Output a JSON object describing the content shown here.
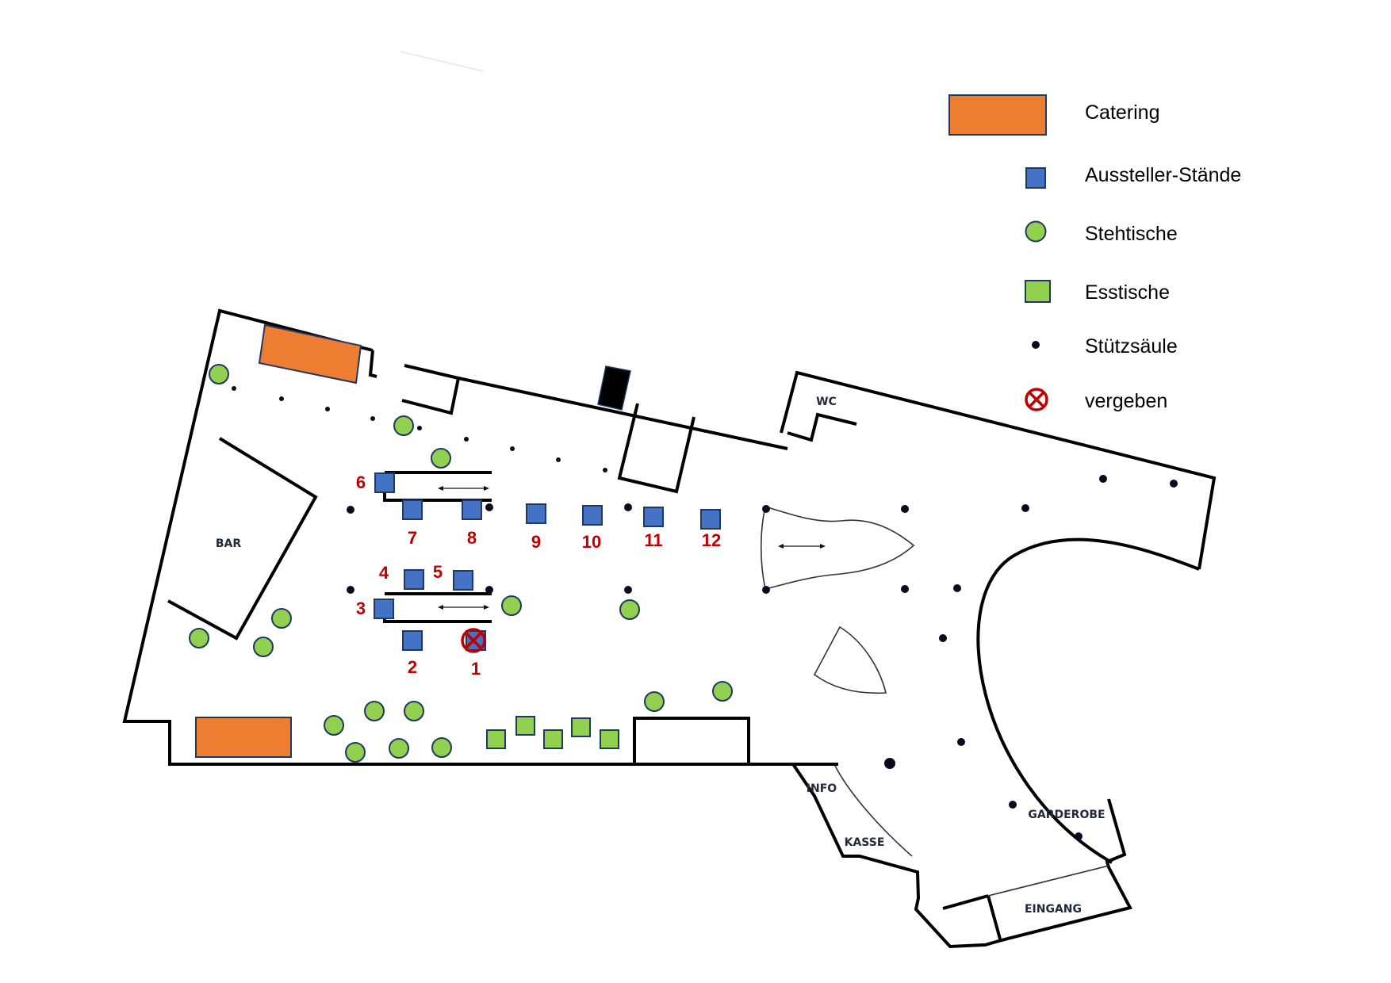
{
  "legend": {
    "items": [
      {
        "key": "catering",
        "label": "Catering",
        "color": "#ed7d31"
      },
      {
        "key": "booth",
        "label": "Aussteller-Stände",
        "color": "#4472c4"
      },
      {
        "key": "standing_table",
        "label": "Stehtische",
        "color": "#92d050"
      },
      {
        "key": "dining_table",
        "label": "Esstische",
        "color": "#92d050"
      },
      {
        "key": "pillar",
        "label": "Stützsäule",
        "color": "#0a0a1e"
      },
      {
        "key": "taken",
        "label": "vergeben",
        "color": "#c00000"
      }
    ]
  },
  "rooms": {
    "bar": "BAR",
    "wc": "WC",
    "info": "INFO",
    "kasse": "KASSE",
    "garderobe": "GARDEROBE",
    "eingang": "EINGANG"
  },
  "booths": [
    {
      "number": "1",
      "taken": true
    },
    {
      "number": "2",
      "taken": false
    },
    {
      "number": "3",
      "taken": false
    },
    {
      "number": "4",
      "taken": false
    },
    {
      "number": "5",
      "taken": false
    },
    {
      "number": "6",
      "taken": false
    },
    {
      "number": "7",
      "taken": false
    },
    {
      "number": "8",
      "taken": false
    },
    {
      "number": "9",
      "taken": false
    },
    {
      "number": "10",
      "taken": false
    },
    {
      "number": "11",
      "taken": false
    },
    {
      "number": "12",
      "taken": false
    }
  ],
  "colors": {
    "catering": "#ed7d31",
    "booth": "#4472c4",
    "table": "#92d050",
    "taken": "#c00000",
    "outline": "#1f3864"
  }
}
